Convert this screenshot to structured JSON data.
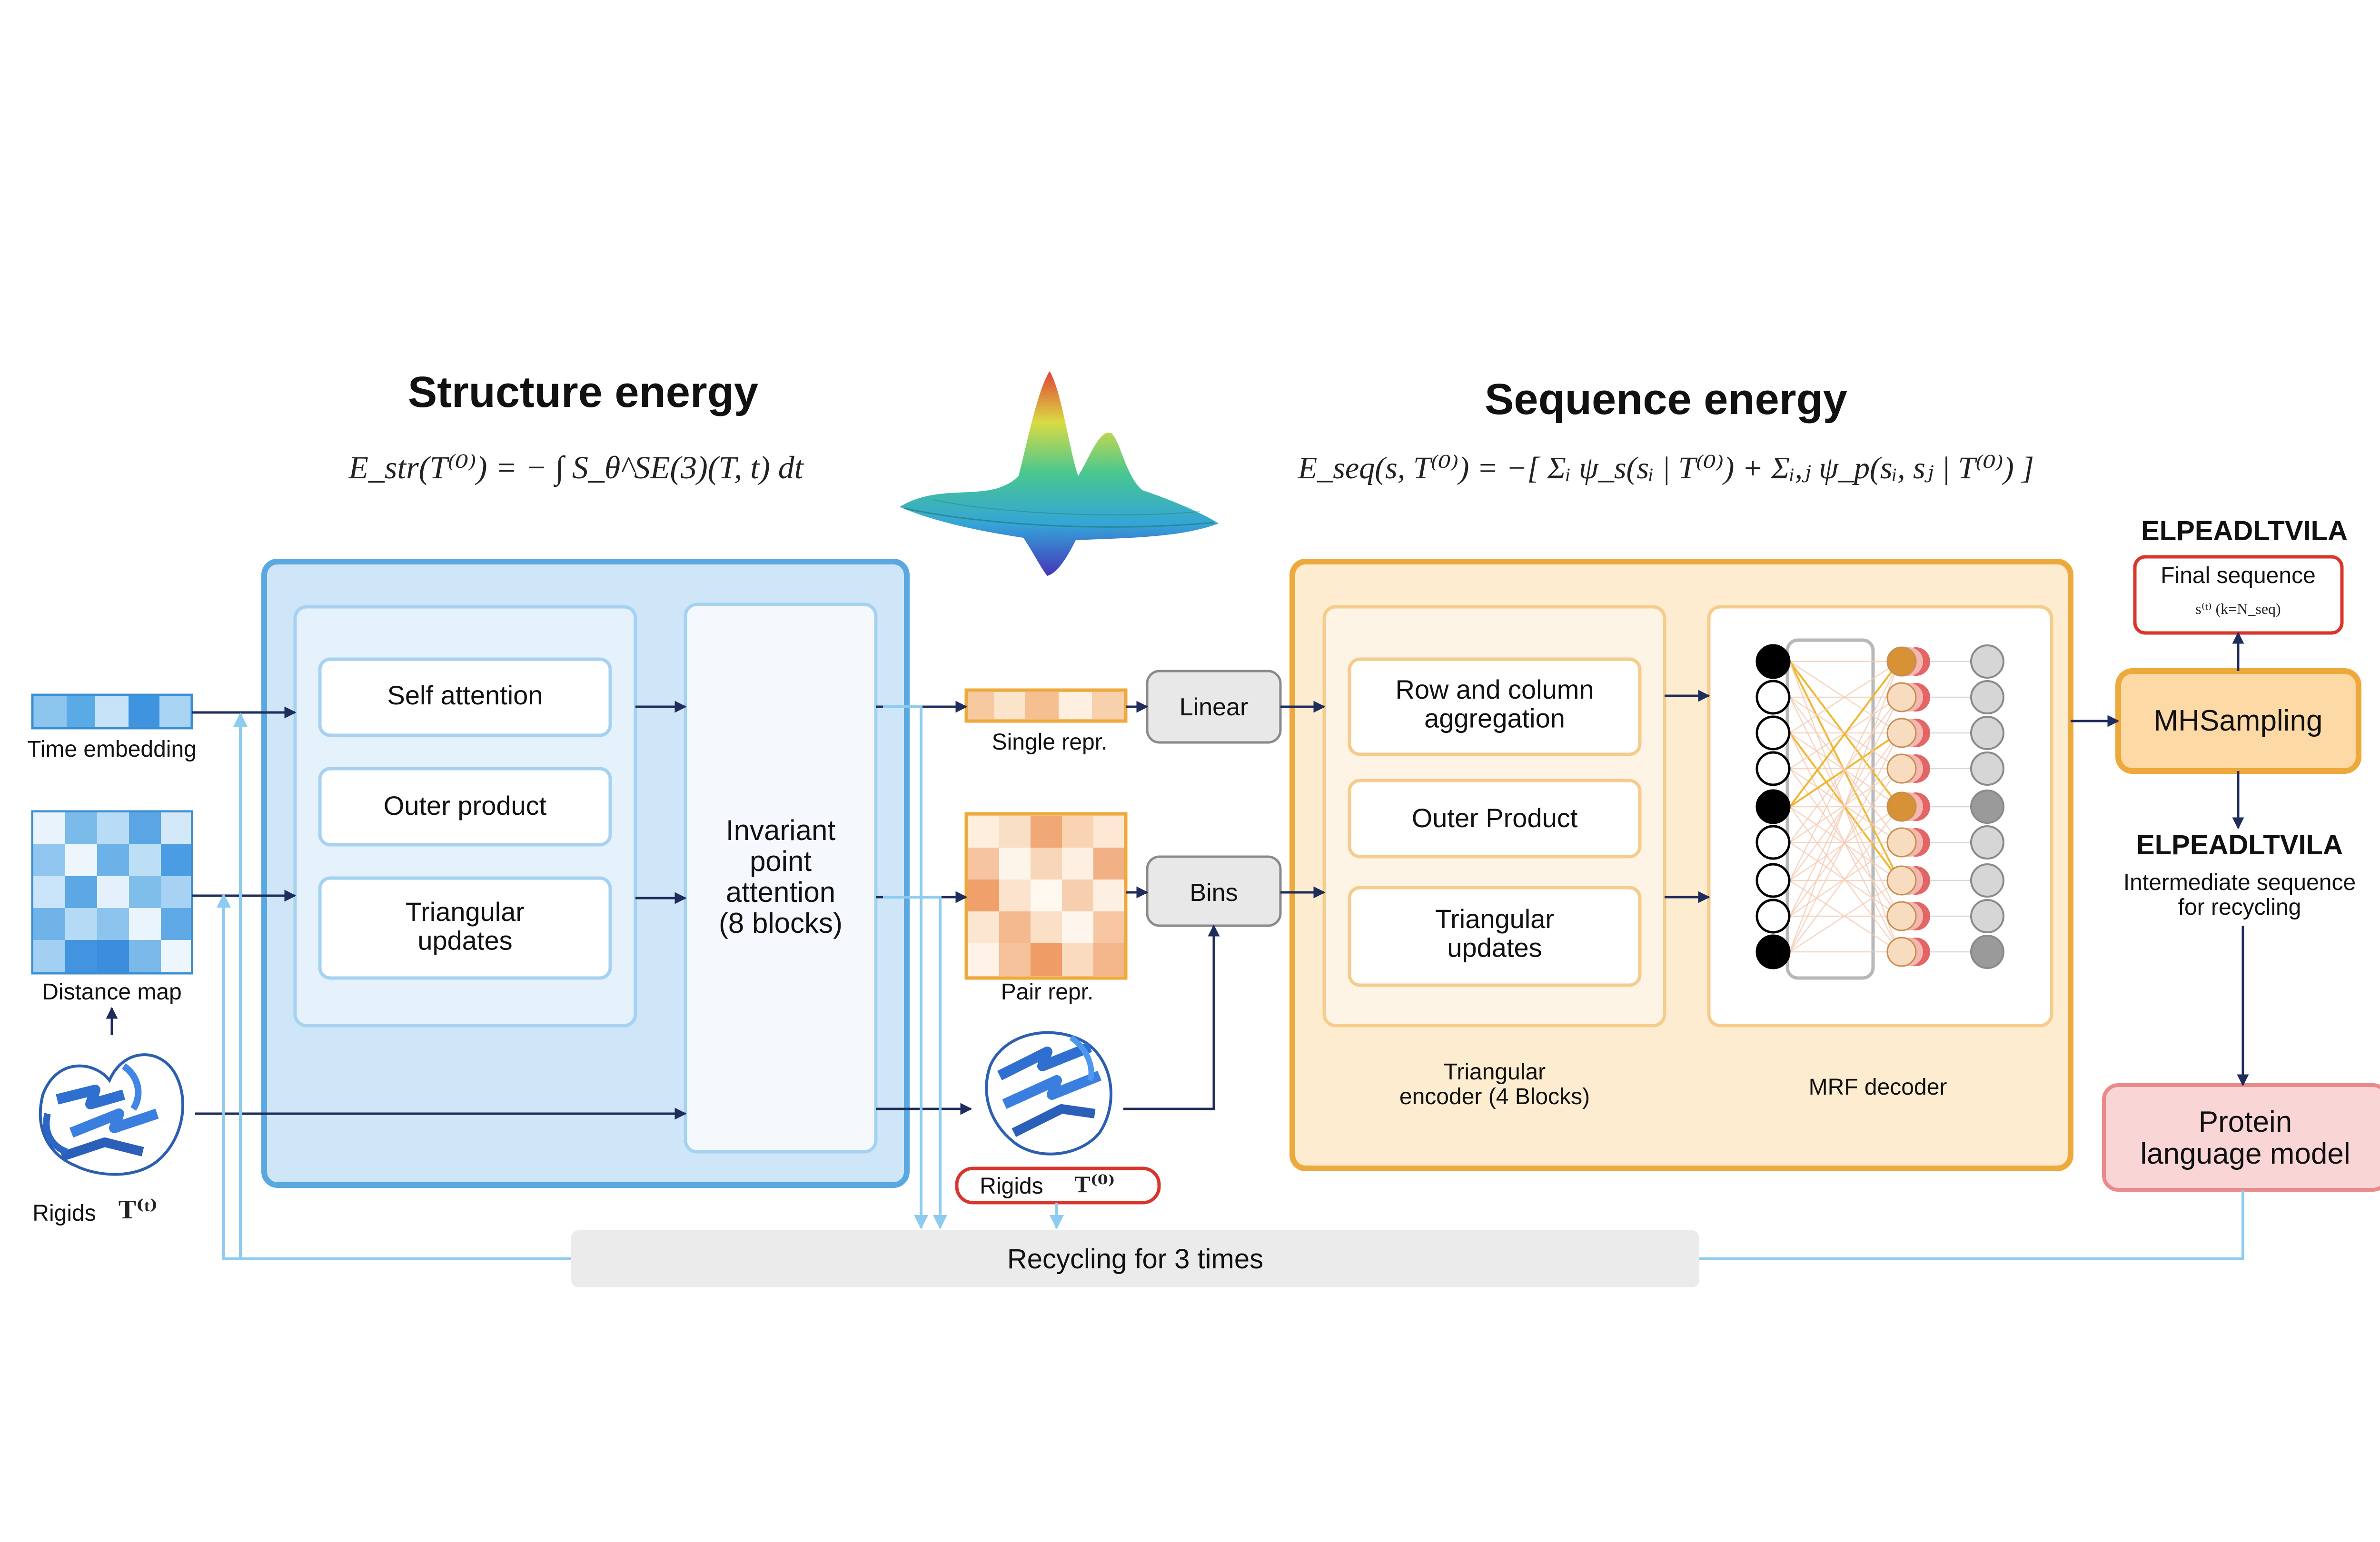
{
  "structure": {
    "title": "Structure energy",
    "formula": "E_str(T⁽⁰⁾) = − ∫ S_θ^SE(3)(T, t) dt",
    "modules": [
      "Self attention",
      "Outer product",
      "Triangular updates"
    ],
    "ipa_lines": [
      "Invariant",
      "point",
      "attention",
      "(8 blocks)"
    ]
  },
  "inputs": {
    "time_embedding": "Time embedding",
    "distance_map": "Distance map",
    "rigids_label": "Rigids",
    "rigids_symbol": "T⁽ᵗ⁾"
  },
  "middle": {
    "single_repr": "Single repr.",
    "pair_repr": "Pair repr.",
    "linear": "Linear",
    "bins": "Bins",
    "rigids_out_label": "Rigids",
    "rigids_out_symbol": "T⁽⁰⁾"
  },
  "sequence": {
    "title": "Sequence energy",
    "formula": "E_seq(s, T⁽⁰⁾) = −[ Σᵢ ψ_s(sᵢ | T⁽⁰⁾) + Σᵢ,ⱼ ψ_p(sᵢ, sⱼ | T⁽⁰⁾) ]",
    "modules": [
      "Row and column aggregation",
      "Outer Product",
      "Triangular updates"
    ],
    "encoder_caption": "Triangular encoder (4 Blocks)",
    "decoder_caption": "MRF decoder"
  },
  "right": {
    "final_seq": "ELPEADLTVILA",
    "final_label": "Final sequence",
    "final_symbol": "s⁽ᵗ⁾ (k=N_seq)",
    "mhsampling": "MHSampling",
    "intermediate_seq": "ELPEADLTVILA",
    "intermediate_label": "Intermediate sequence for recycling",
    "plm": "Protein language model"
  },
  "recycling": "Recycling for 3 times",
  "colors": {
    "blue_fill": "#cfe6f8",
    "blue_border": "#5aa8e0",
    "orange_fill": "#fdecd0",
    "orange_border": "#eea93c",
    "red": "#d9352b",
    "navy": "#1f2d5c",
    "light_blue_arrow": "#8ecbf0"
  }
}
